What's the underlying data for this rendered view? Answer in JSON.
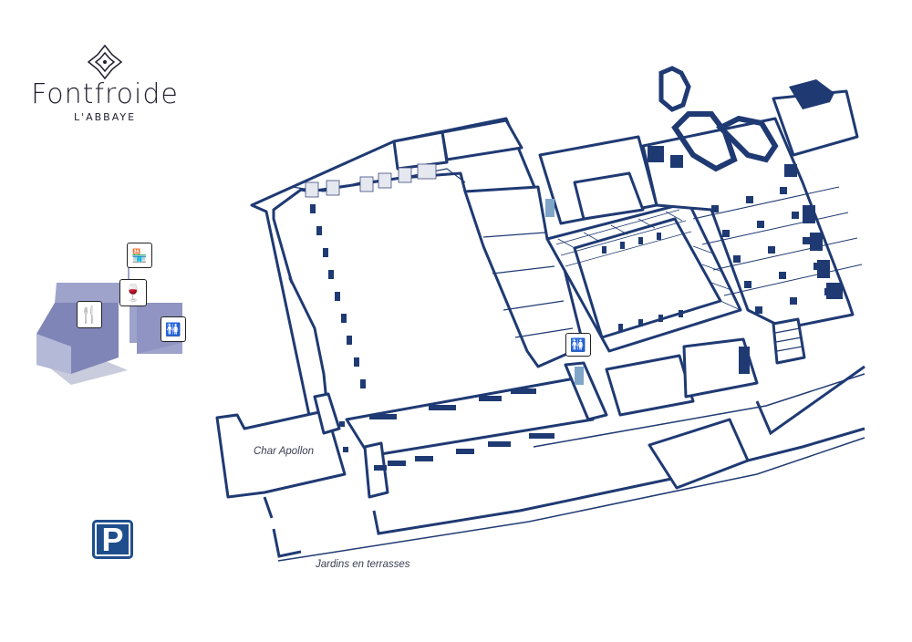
{
  "logo": {
    "name": "Fontfroide",
    "subtitle": "L'ABBAYE"
  },
  "labels": {
    "char_apollon": "Char Apollon",
    "jardins": "Jardins en terrasses"
  },
  "parking": {
    "letter": "P"
  },
  "icons": {
    "restaurant": "fork-knife-icon",
    "wine": "wine-bottle-icon",
    "shop": "shop-icon",
    "toilets": "toilets-icon",
    "stairs": "stairs-icon"
  },
  "colors": {
    "wall": "#1f3a73",
    "accent": "#1f4e8c",
    "zone": "#9ea3cc",
    "zone_dark": "#8085b8",
    "shadow": "#c9ccdc"
  }
}
